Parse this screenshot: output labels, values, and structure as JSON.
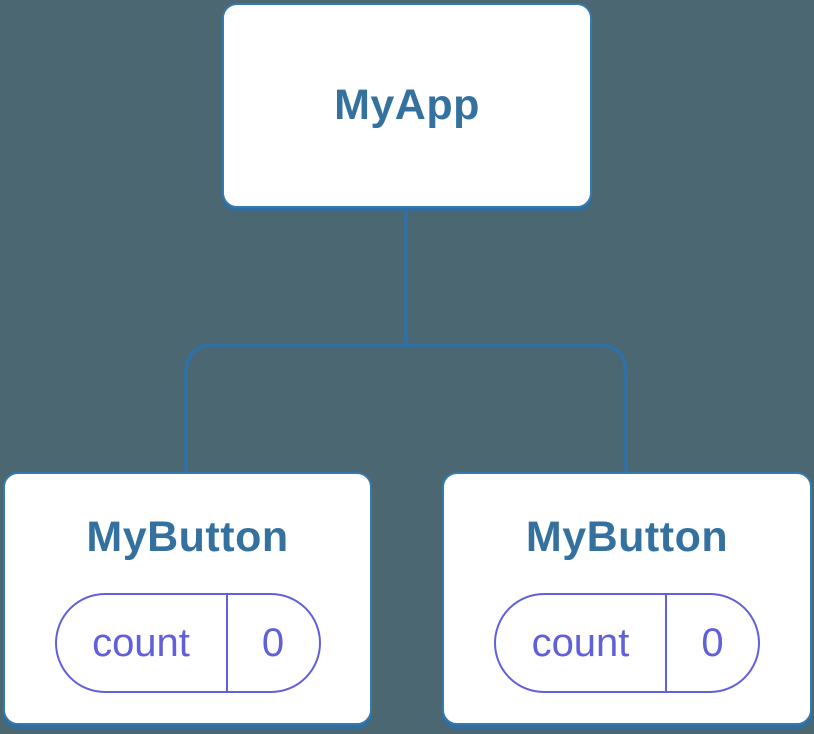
{
  "diagram": {
    "title": "component-tree",
    "root": {
      "label": "MyApp"
    },
    "children": [
      {
        "label": "MyButton",
        "state": {
          "key": "count",
          "value": "0"
        }
      },
      {
        "label": "MyButton",
        "state": {
          "key": "count",
          "value": "0"
        }
      }
    ]
  },
  "colors": {
    "background": "#4a6772",
    "card_fill": "#ffffff",
    "card_stroke": "#3679ae",
    "card_shadow": "#326d9c",
    "connector_stroke": "#2e71a8",
    "title_text": "#35719f",
    "state_text": "#6060da",
    "state_border": "#6060da"
  }
}
